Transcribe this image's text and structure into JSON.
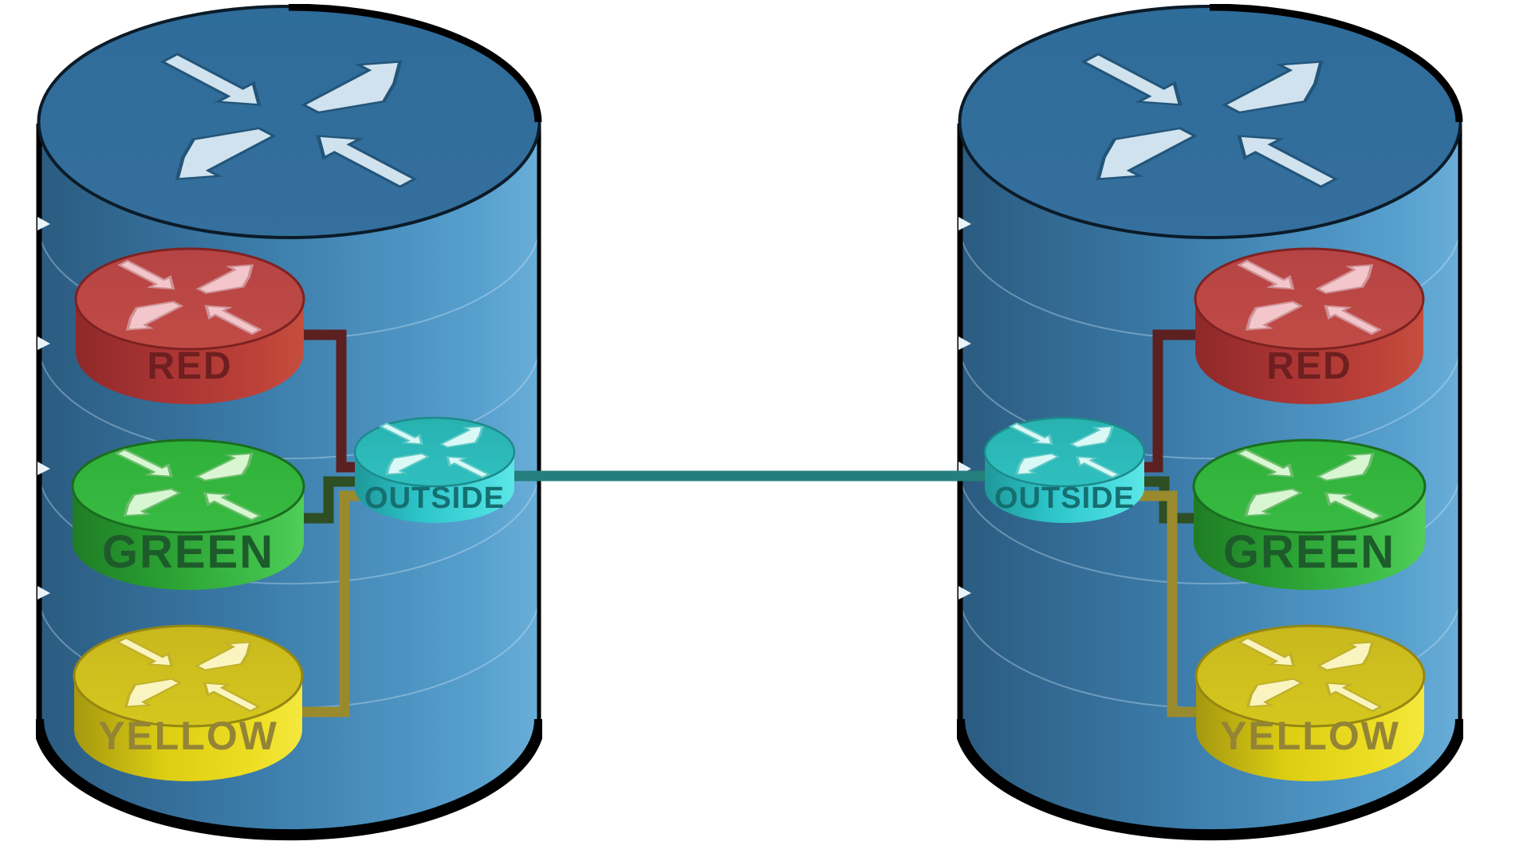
{
  "diagram": {
    "type": "vrf-network-diagram",
    "description": "Two physical routers, each hosting RED, GREEN and YELLOW VRF routers connected through an OUTSIDE router; the two OUTSIDE routers are linked together.",
    "background": "#ffffff"
  },
  "left_router": {
    "name": "physical-router-left",
    "body_color": "#3c7dab",
    "top_color": "#2e6c99",
    "vrfs": [
      {
        "label": "RED",
        "fill": "#b23a3a",
        "label_color": "#6e1f1f",
        "link_color": "#5c2020"
      },
      {
        "label": "GREEN",
        "fill": "#2faa38",
        "label_color": "#1d5c2a",
        "link_color": "#2d4f23"
      },
      {
        "label": "YELLOW",
        "fill": "#eddc1a",
        "label_color": "#948436",
        "link_color": "#9a8a2e"
      }
    ],
    "outside": {
      "label": "OUTSIDE",
      "fill": "#2cc4c9",
      "label_color": "#156f70"
    }
  },
  "right_router": {
    "name": "physical-router-right",
    "body_color": "#3c7dab",
    "top_color": "#2e6c99",
    "vrfs": [
      {
        "label": "RED",
        "fill": "#b23a3a",
        "label_color": "#6e1f1f",
        "link_color": "#5c2020"
      },
      {
        "label": "GREEN",
        "fill": "#2faa38",
        "label_color": "#1d5c2a",
        "link_color": "#2d4f23"
      },
      {
        "label": "YELLOW",
        "fill": "#eddc1a",
        "label_color": "#948436",
        "link_color": "#9a8a2e"
      }
    ],
    "outside": {
      "label": "OUTSIDE",
      "fill": "#2cc4c9",
      "label_color": "#156f70"
    }
  },
  "outside_link": {
    "color": "#247f7c"
  },
  "icons": {
    "router_arrows": "four-way-crossing-arrows"
  }
}
